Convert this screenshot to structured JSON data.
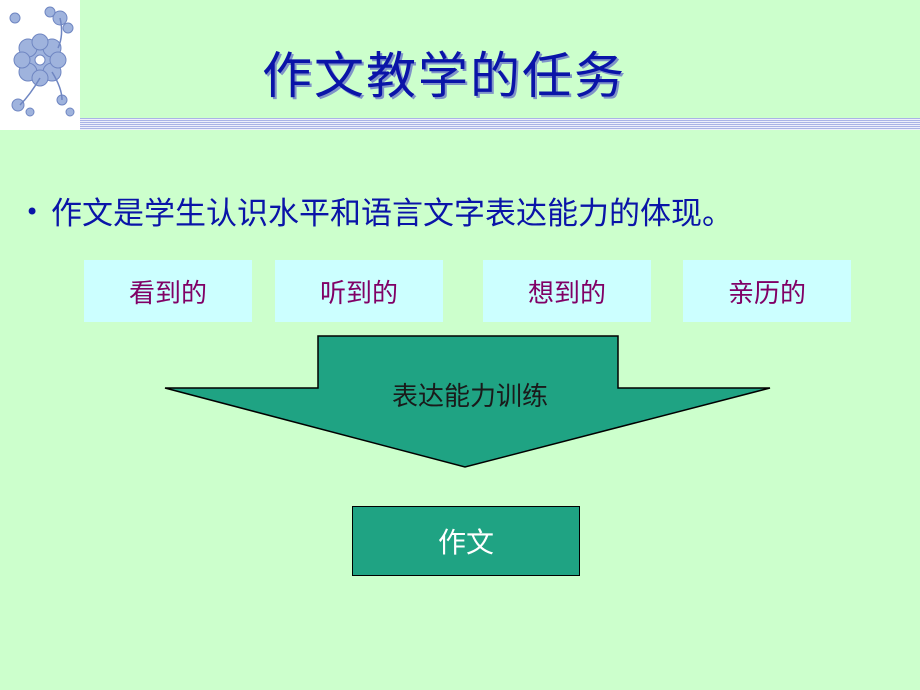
{
  "slide": {
    "title": "作文教学的任务",
    "bullet": "作文是学生认识水平和语言文字表达能力的体现。",
    "boxes": [
      "看到的",
      "听到的",
      "想到的",
      "亲历的"
    ],
    "arrow_label": "表达能力训练",
    "result": "作文"
  },
  "colors": {
    "background": "#ccffcc",
    "title": "#0a14a8",
    "box_fill": "#ccffff",
    "box_text": "#800066",
    "arrow_fill": "#1fa383",
    "result_fill": "#1fa383"
  },
  "icons": {
    "corner_decoration": "flower-ornament-icon",
    "bullet": "bullet-dot-icon"
  }
}
